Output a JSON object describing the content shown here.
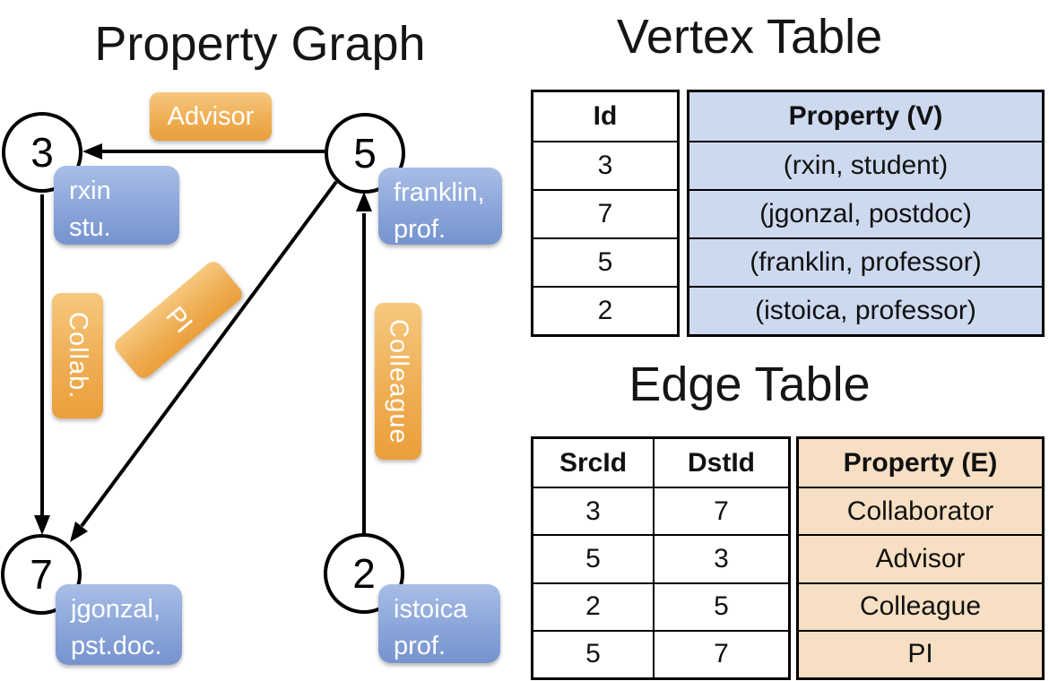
{
  "graph": {
    "title": "Property Graph",
    "nodes": [
      {
        "id": "3",
        "property_lines": [
          "rxin",
          "stu."
        ]
      },
      {
        "id": "5",
        "property_lines": [
          "franklin,",
          "prof."
        ]
      },
      {
        "id": "7",
        "property_lines": [
          "jgonzal,",
          "pst.doc."
        ]
      },
      {
        "id": "2",
        "property_lines": [
          "istoica",
          "prof."
        ]
      }
    ],
    "edges": [
      {
        "src": "5",
        "dst": "3",
        "label": "Advisor"
      },
      {
        "src": "3",
        "dst": "7",
        "label": "Collab."
      },
      {
        "src": "5",
        "dst": "7",
        "label": "PI"
      },
      {
        "src": "2",
        "dst": "5",
        "label": "Colleague"
      }
    ]
  },
  "vertex_table": {
    "title": "Vertex Table",
    "columns": [
      "Id",
      "Property (V)"
    ],
    "rows": [
      {
        "id": "3",
        "property": "(rxin, student)"
      },
      {
        "id": "7",
        "property": "(jgonzal, postdoc)"
      },
      {
        "id": "5",
        "property": "(franklin, professor)"
      },
      {
        "id": "2",
        "property": "(istoica, professor)"
      }
    ]
  },
  "edge_table": {
    "title": "Edge Table",
    "columns": [
      "SrcId",
      "DstId",
      "Property (E)"
    ],
    "rows": [
      {
        "src": "3",
        "dst": "7",
        "property": "Collaborator"
      },
      {
        "src": "5",
        "dst": "3",
        "property": "Advisor"
      },
      {
        "src": "2",
        "dst": "5",
        "property": "Colleague"
      },
      {
        "src": "5",
        "dst": "7",
        "property": "PI"
      }
    ]
  },
  "colors": {
    "vertex_property_fill": "#cdd9ef",
    "edge_property_fill": "#f6dfc3",
    "vertex_box_top": "#a9bee7",
    "vertex_box_bottom": "#7793cf",
    "edge_box_top": "#f6c87f",
    "edge_box_bottom": "#ea9f3a",
    "line": "#000000"
  }
}
